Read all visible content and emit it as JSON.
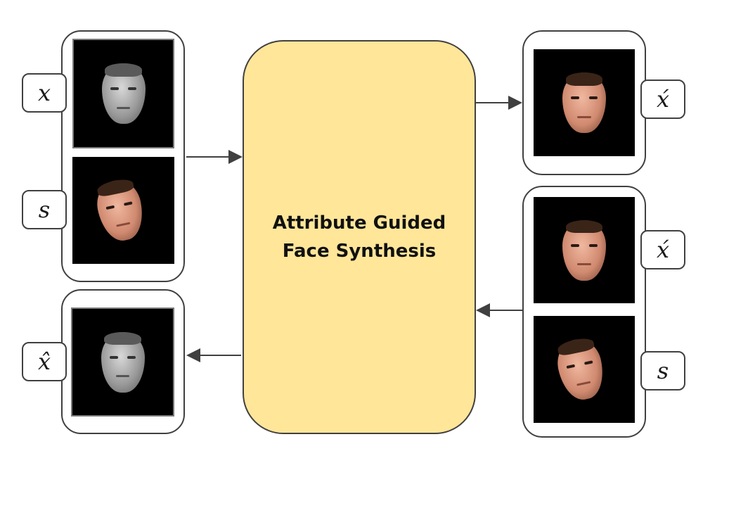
{
  "center_box": {
    "line1": "Attribute Guided",
    "line2": "Face Synthesis",
    "fill": "#ffe699"
  },
  "labels": {
    "x": "x",
    "s": "s",
    "x_prime": "x́",
    "x_hat": "x̂"
  },
  "faces": {
    "input_x": "grayscale-frontal-face",
    "input_s": "color-side-face",
    "output_x_prime": "color-frontal-face",
    "input_x_prime": "color-frontal-face",
    "input_s_lower": "color-side-face",
    "output_x_hat": "grayscale-frontal-face"
  }
}
